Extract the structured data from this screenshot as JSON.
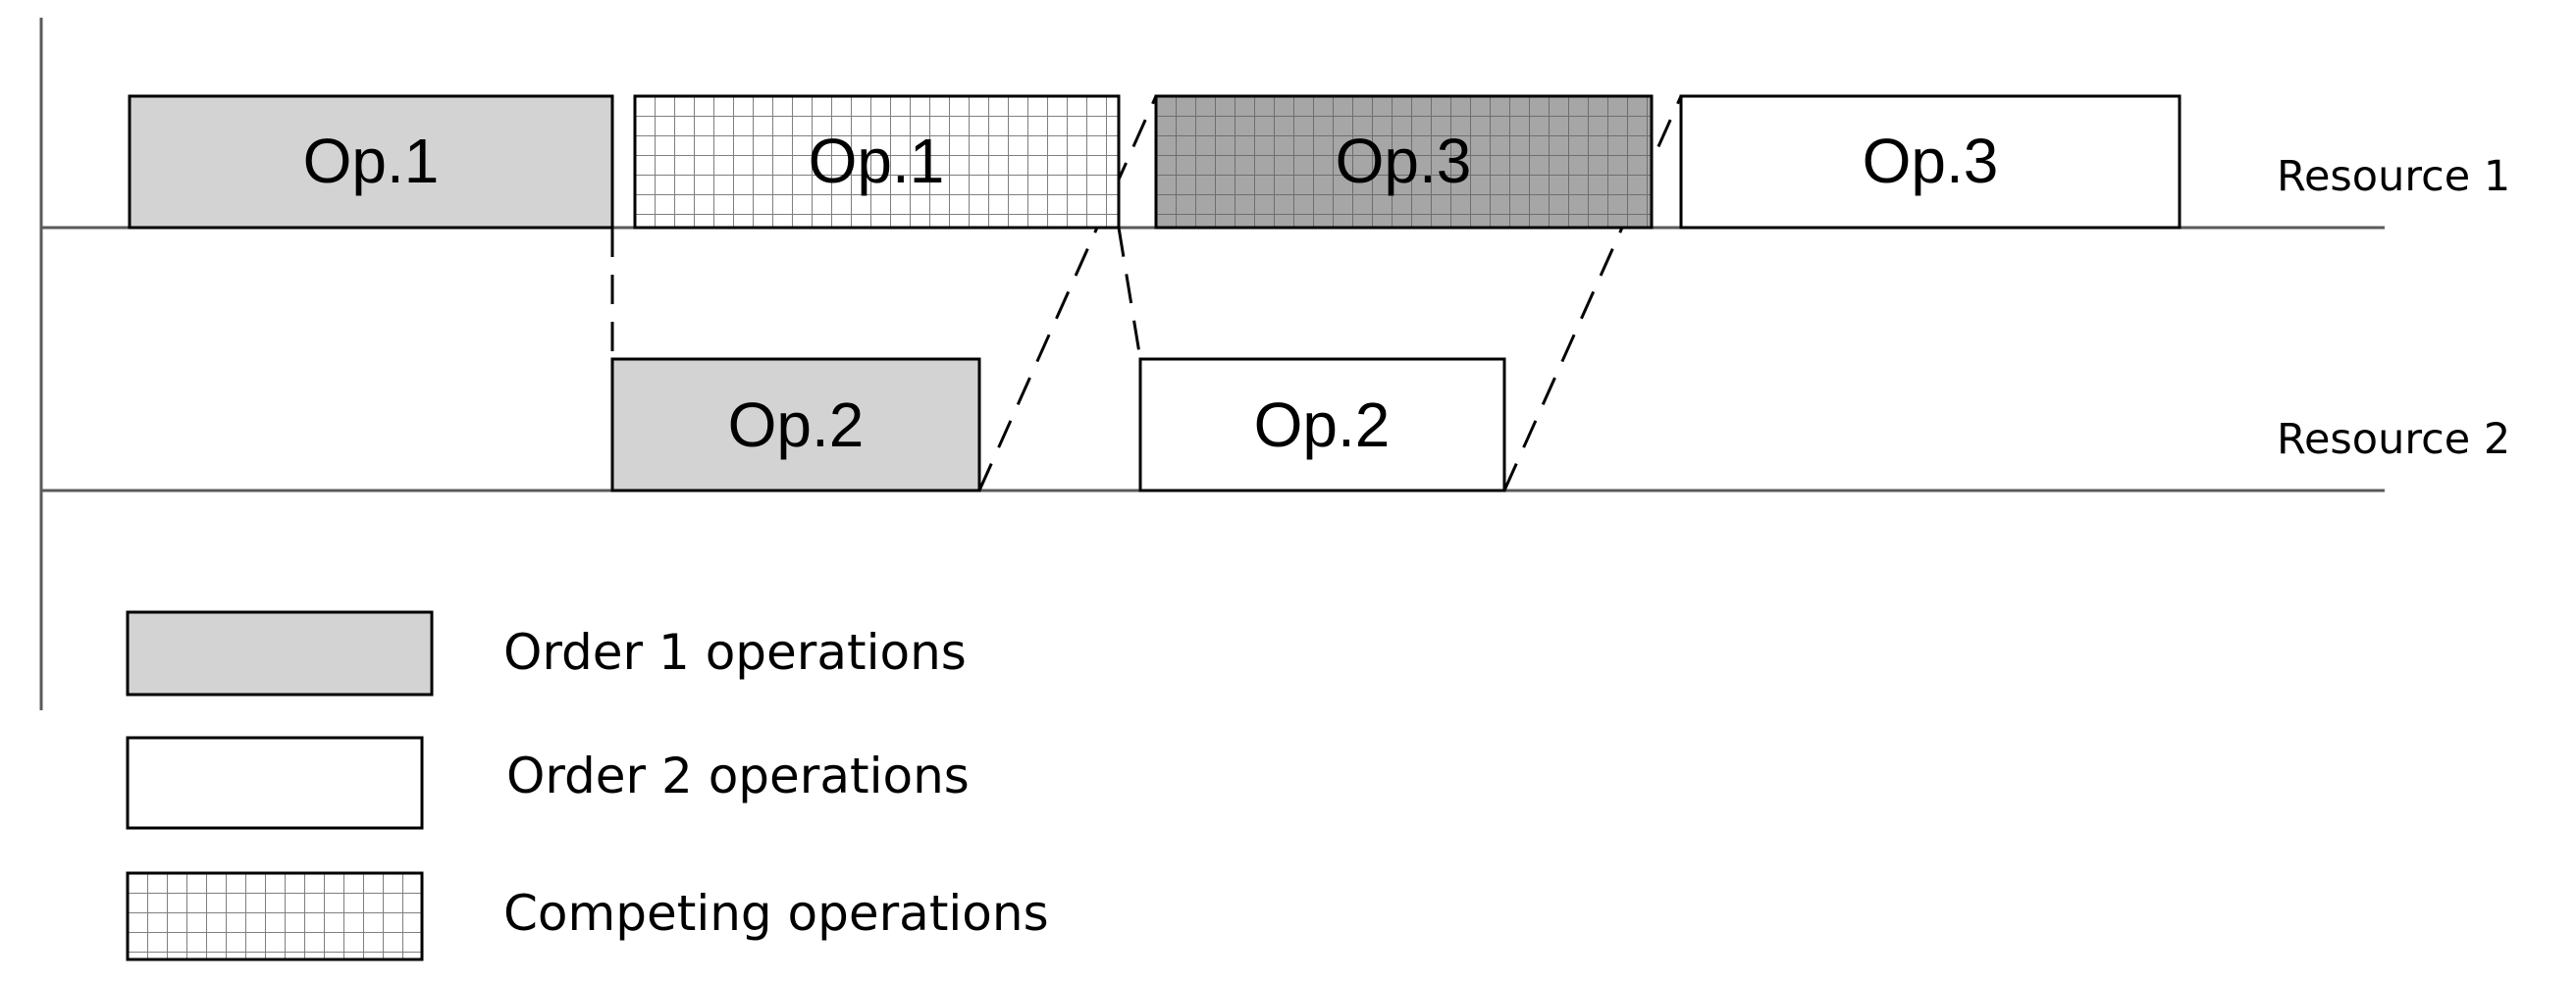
{
  "diagram": {
    "resources": [
      {
        "label": "Resource 1"
      },
      {
        "label": "Resource 2"
      }
    ],
    "operations": [
      {
        "label": "Op.1",
        "order": "order1",
        "competing": false
      },
      {
        "label": "Op.1",
        "order": "order2",
        "competing": true
      },
      {
        "label": "Op.3",
        "order": "order1",
        "competing": true
      },
      {
        "label": "Op.3",
        "order": "order2",
        "competing": false
      },
      {
        "label": "Op.2",
        "order": "order1",
        "competing": false
      },
      {
        "label": "Op.2",
        "order": "order2",
        "competing": false
      }
    ],
    "legend": [
      {
        "label": "Order 1 operations",
        "style": "order1"
      },
      {
        "label": "Order 2 operations",
        "style": "order2"
      },
      {
        "label": "Competing operations",
        "style": "competing"
      }
    ],
    "colors": {
      "order1_fill": "#d3d3d3",
      "order2_fill": "#ffffff",
      "grid_line": "#7f7f7f",
      "stroke": "#000000",
      "axis": "#5a5a5a"
    }
  }
}
